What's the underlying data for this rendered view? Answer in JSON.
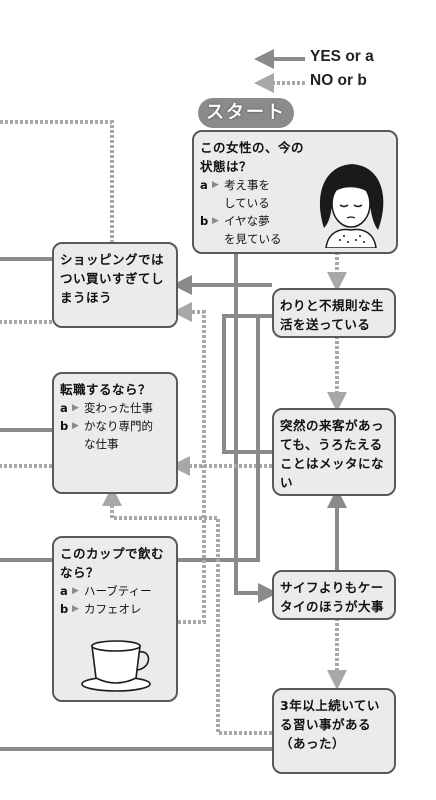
{
  "legend": {
    "yes": "YES or a",
    "no": "NO or b"
  },
  "start_label": "スタート",
  "colors": {
    "solid": "#8a8a8a",
    "dashed": "#a8a8a8",
    "box_fill": "#ebebeb",
    "box_border": "#5a5a5a",
    "badge": "#8b8b8b"
  },
  "nodes": {
    "start": {
      "question": "この女性の、今の\n状態は？",
      "a_key": "a",
      "a_text": "考え事を\nしている",
      "b_key": "b",
      "b_text": "イヤな夢\nを見ている"
    },
    "shopping": {
      "text": "ショッピングでは\nつい買いすぎてし\nまうほう"
    },
    "irregular": {
      "text": "わりと不規則な生\n活を送っている"
    },
    "job": {
      "question": "転職するなら？",
      "a_key": "a",
      "a_text": "変わった仕事",
      "b_key": "b",
      "b_text": "かなり専門的\nな仕事"
    },
    "visitor": {
      "text": "突然の来客があっ\nても、うろたえる\nことはメッタにな\nい"
    },
    "cup": {
      "question": "このカップで飲む\nなら？",
      "a_key": "a",
      "a_text": "ハーブティー",
      "b_key": "b",
      "b_text": "カフェオレ"
    },
    "wallet": {
      "text": "サイフよりもケー\nタイのほうが大事"
    },
    "lesson": {
      "text": "3年以上続いてい\nる習い事がある\n（あった）"
    }
  }
}
